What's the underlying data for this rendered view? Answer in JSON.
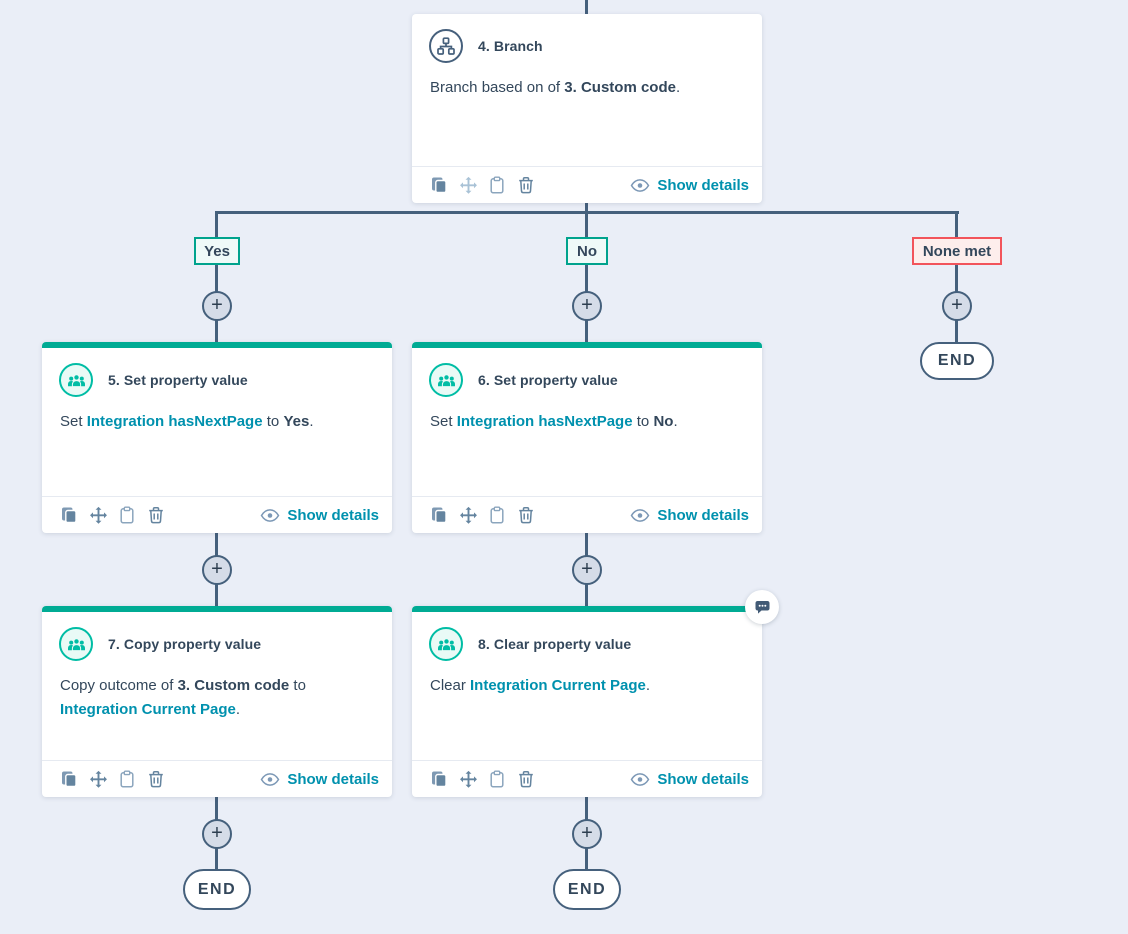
{
  "labels": {
    "show_details": "Show details",
    "end": "END",
    "plus": "+"
  },
  "branches": [
    {
      "label": "Yes",
      "type": "positive"
    },
    {
      "label": "No",
      "type": "positive"
    },
    {
      "label": "None met",
      "type": "negative"
    }
  ],
  "cards": [
    {
      "title": "4. Branch",
      "icon": "branch-icon",
      "body": [
        {
          "text": "Branch based on of ",
          "style": "plain"
        },
        {
          "text": "3. Custom code",
          "style": "bold"
        },
        {
          "text": ".",
          "style": "plain"
        }
      ]
    },
    {
      "title": "5. Set property value",
      "icon": "contacts-icon",
      "body": [
        {
          "text": "Set ",
          "style": "plain"
        },
        {
          "text": "Integration hasNextPage",
          "style": "link"
        },
        {
          "text": " to ",
          "style": "plain"
        },
        {
          "text": "Yes",
          "style": "bold"
        },
        {
          "text": ".",
          "style": "plain"
        }
      ]
    },
    {
      "title": "6. Set property value",
      "icon": "contacts-icon",
      "body": [
        {
          "text": "Set ",
          "style": "plain"
        },
        {
          "text": "Integration hasNextPage",
          "style": "link"
        },
        {
          "text": " to ",
          "style": "plain"
        },
        {
          "text": "No",
          "style": "bold"
        },
        {
          "text": ".",
          "style": "plain"
        }
      ]
    },
    {
      "title": "7. Copy property value",
      "icon": "contacts-icon",
      "body": [
        {
          "text": "Copy outcome of ",
          "style": "plain"
        },
        {
          "text": "3. Custom code",
          "style": "bold"
        },
        {
          "text": " to ",
          "style": "plain"
        },
        {
          "text": "Integration Current Page",
          "style": "link"
        },
        {
          "text": ".",
          "style": "plain"
        }
      ]
    },
    {
      "title": "8. Clear property value",
      "icon": "contacts-icon",
      "body": [
        {
          "text": "Clear ",
          "style": "plain"
        },
        {
          "text": "Integration Current Page",
          "style": "link"
        },
        {
          "text": ".",
          "style": "plain"
        }
      ]
    }
  ],
  "footer_icons": [
    "clone-icon",
    "move-icon",
    "clipboard-icon",
    "trash-icon",
    "eye-icon"
  ],
  "other_icons": [
    "branch-icon",
    "contacts-icon",
    "comment-icon",
    "plus-icon"
  ],
  "colors": {
    "canvas_background": "#eaeef7",
    "connector": "#45607c",
    "card_accent_bar": "#00ab94",
    "action_icon_teal": "#00bda5",
    "link_teal": "#0091ae",
    "text_navy": "#33475b",
    "positive_label_border": "#00a38d",
    "negative_label_border": "#f2545b"
  }
}
